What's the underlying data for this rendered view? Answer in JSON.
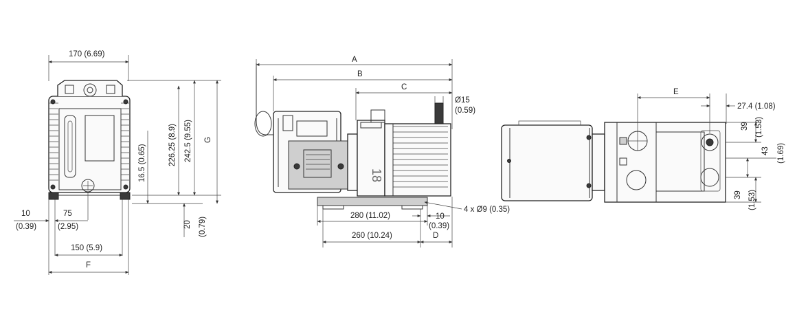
{
  "front_view": {
    "width_overall": "170 (6.69)",
    "height_mount": "16.5 (0.65)",
    "height_1": "226.25 (8.9)",
    "height_2": "242.5 (9.55)",
    "height_g": "G",
    "foot_edge_mm": "10",
    "foot_edge_in": "(0.39)",
    "foot_offset_mm": "75",
    "foot_offset_in": "(2.95)",
    "foot_base_mm": "20",
    "foot_base_in": "(0.79)",
    "foot_span": "150 (5.9)",
    "width_f": "F"
  },
  "side_view": {
    "dim_a": "A",
    "dim_b": "B",
    "dim_c": "C",
    "port_dia_mm": "Ø15",
    "port_dia_in": "(0.59)",
    "model_number": "18",
    "hole_spec": "4 x Ø9 (0.35)",
    "base_length": "280 (11.02)",
    "hole_edge_mm": "10",
    "hole_edge_in": "(0.39)",
    "hole_span": "260 (10.24)",
    "dim_d": "D"
  },
  "top_view": {
    "dim_e": "E",
    "port_offset": "27.4 (1.08)",
    "port_top_mm": "39",
    "port_top_in": "(1.53)",
    "port_gap_mm": "43",
    "port_gap_in": "(1.69)",
    "port_bottom_mm": "39",
    "port_bottom_in": "(1.53)"
  }
}
